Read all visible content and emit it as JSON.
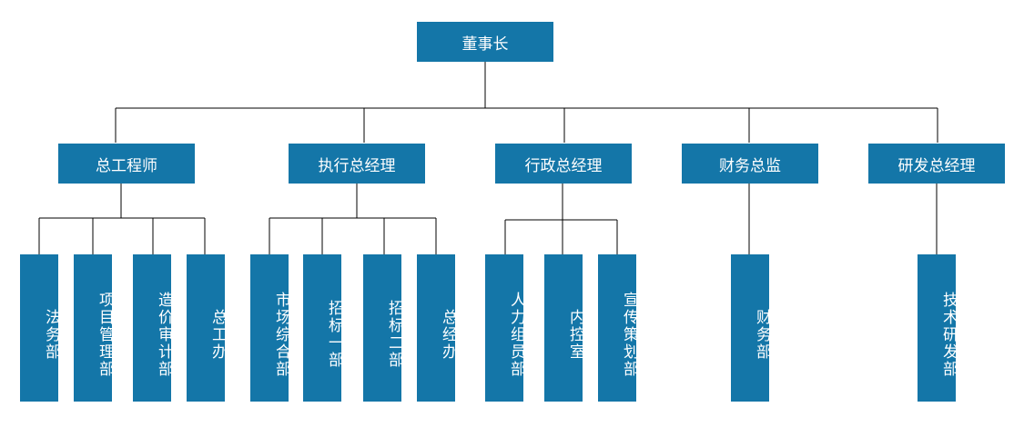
{
  "chairman": "董事长",
  "managers": [
    "总工程师",
    "执行总经理",
    "行政总经理",
    "财务总监",
    "研发总经理"
  ],
  "departments": {
    "chief_engineer": [
      "法务部",
      "项目管理部",
      "造价审计部",
      "总工办"
    ],
    "executive": [
      "市场综合部",
      "招标一部",
      "招标二部",
      "总经办"
    ],
    "admin": [
      "人力组员部",
      "内控室",
      "宣传策划部"
    ],
    "finance": [
      "财务部"
    ],
    "rnd": [
      "技术研发部"
    ]
  }
}
